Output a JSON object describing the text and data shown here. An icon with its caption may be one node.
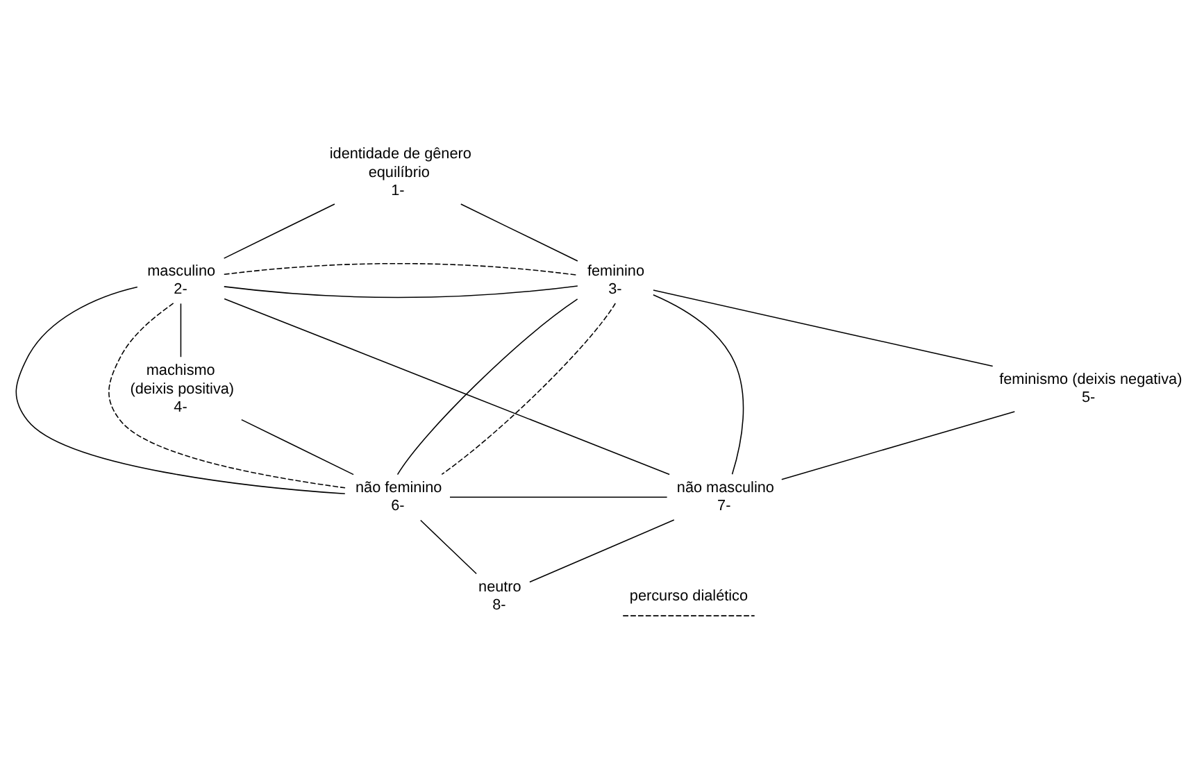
{
  "diagram": {
    "nodes": [
      {
        "text": [
          "identidade de gênero",
          "equilíbrio"
        ],
        "beside": [
          "1-"
        ]
      },
      {
        "text": [
          "masculino"
        ],
        "beside": [
          "2-"
        ]
      },
      {
        "text": [
          "feminino"
        ],
        "beside": [
          "3-"
        ]
      },
      {
        "text": [
          "machismo",
          "(deixis positiva)"
        ],
        "beside": [
          "4-"
        ]
      },
      {
        "text": [
          "feminismo (deixis negativa)"
        ],
        "beside": [
          "5-"
        ]
      },
      {
        "text": [
          "não feminino"
        ],
        "beside": [
          "6-"
        ]
      },
      {
        "text": [
          "não masculino"
        ],
        "beside": [
          "7-"
        ]
      },
      {
        "text": [
          "neutro"
        ],
        "beside": [
          "8-"
        ]
      }
    ],
    "edges": [
      {
        "from": 0,
        "to": 1,
        "arrow": "none"
      },
      {
        "from": 0,
        "to": 2,
        "arrow": "none"
      },
      {
        "from": 1,
        "to": 2,
        "arrow": "none"
      },
      {
        "from": 1,
        "to": 2,
        "arrow": "none",
        "style": "dashed"
      },
      {
        "from": 1,
        "to": 3,
        "arrow": "none"
      },
      {
        "from": 3,
        "to": 5,
        "arrow": "none"
      },
      {
        "from": 2,
        "to": 4,
        "arrow": "none"
      },
      {
        "from": 4,
        "to": 6,
        "arrow": "none"
      },
      {
        "from": 1,
        "to": 5,
        "arrow": "none"
      },
      {
        "from": 1,
        "to": 5,
        "arrow": "none",
        "style": "dashed"
      },
      {
        "from": 2,
        "to": 5,
        "arrow": "none"
      },
      {
        "from": 2,
        "to": 5,
        "arrow": "none",
        "style": "dashed"
      },
      {
        "from": 1,
        "to": 6,
        "arrow": "none"
      },
      {
        "from": 2,
        "to": 6,
        "arrow": "none"
      },
      {
        "from": 5,
        "to": 6,
        "arrow": "none"
      },
      {
        "from": 5,
        "to": 7,
        "arrow": "none"
      },
      {
        "from": 7,
        "to": 6,
        "arrow": "none"
      }
    ],
    "legend": [
      {
        "text": "percurso dialético"
      }
    ]
  }
}
